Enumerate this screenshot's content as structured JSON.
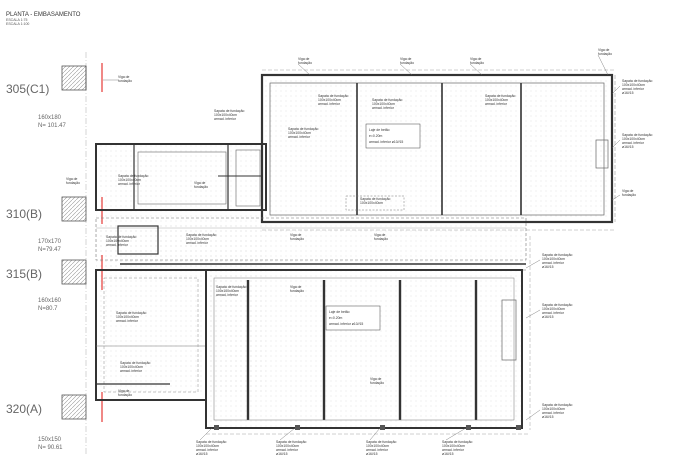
{
  "drawing": {
    "title": "PLANTA - EMBASAMENTO",
    "subtitle_lines": [
      "ESCALA 1:75",
      "ESCALA 1:100"
    ]
  },
  "grid_axes": {
    "a305": "305(C1)",
    "a310": "310(B)",
    "a315": "315(B)",
    "a320": "320(A)"
  },
  "pillar_dims": {
    "p1_size": "160x180",
    "p1_level": "N= 101.47",
    "p2_size": "170x170",
    "p2_level": "N=79.47",
    "p3_size": "160x160",
    "p3_level": "N=80.7",
    "p4_size": "150x150",
    "p4_level": "N= 90.61"
  },
  "notes": {
    "footing_line1": "Sapata de fundação",
    "footing_line2": "100x100x40cm",
    "footing_line3": "armad. inferior",
    "footing_line4": "ø16//15",
    "beam_line1": "Viga de",
    "beam_line2": "fundação",
    "slab_line1": "Laje de betão",
    "slab_line2": "e=0.20m",
    "slab_line3": "armad. inferior ø10//15"
  },
  "colors": {
    "wall": "#333333",
    "thin": "#777777",
    "red": "#e53935",
    "gray_fill": "#dddddd"
  }
}
